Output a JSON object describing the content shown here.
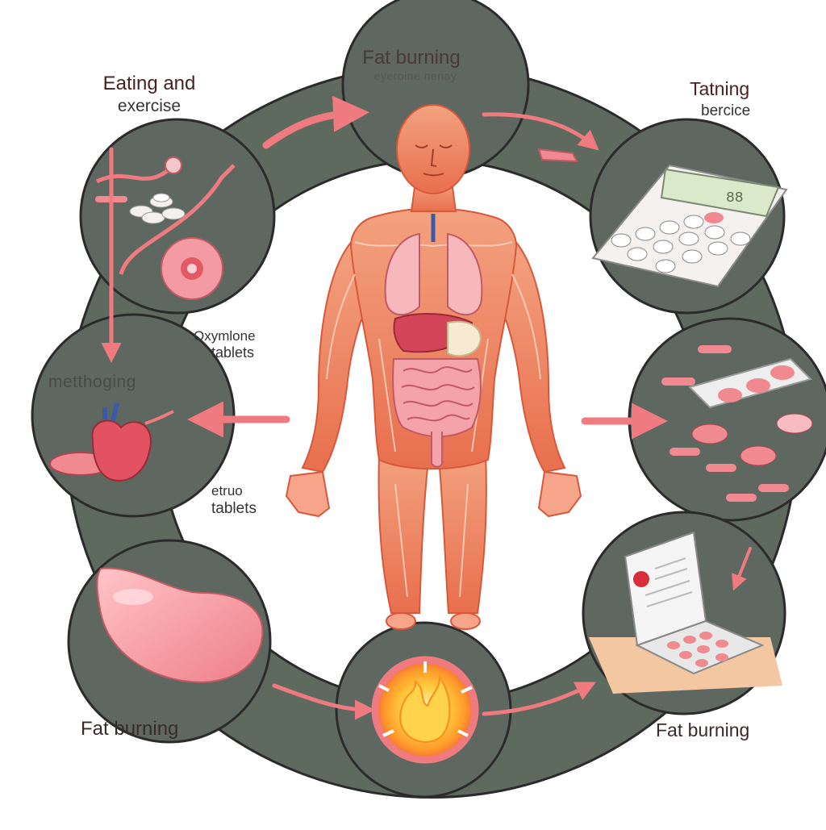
{
  "labels": {
    "top_title": "Fat burning",
    "top_subtitle": "eyeroine nenay",
    "eating_line1": "Eating and",
    "eating_line2": "exercise",
    "tatning_line1": "Tatning",
    "tatning_line2": "bercice",
    "methoging": "metthoging",
    "oxymlone_line1": "Oxymlone",
    "oxymlone_line2": "tablets",
    "etruo_line1": "etruo",
    "etruo_line2": "tablets",
    "fat_burning_left": "Fat burning",
    "fat_burning_right": "Fat burning"
  },
  "calculator": {
    "display": "88"
  },
  "colors": {
    "ring": "#5f6a5f",
    "circle_fill": "#5f6860",
    "circle_stroke": "#2b2b2b",
    "arrow": "#ef7a80",
    "body_muscle": "#ec7e5c",
    "pill": "#f08a90",
    "flame": "#ffb020"
  }
}
